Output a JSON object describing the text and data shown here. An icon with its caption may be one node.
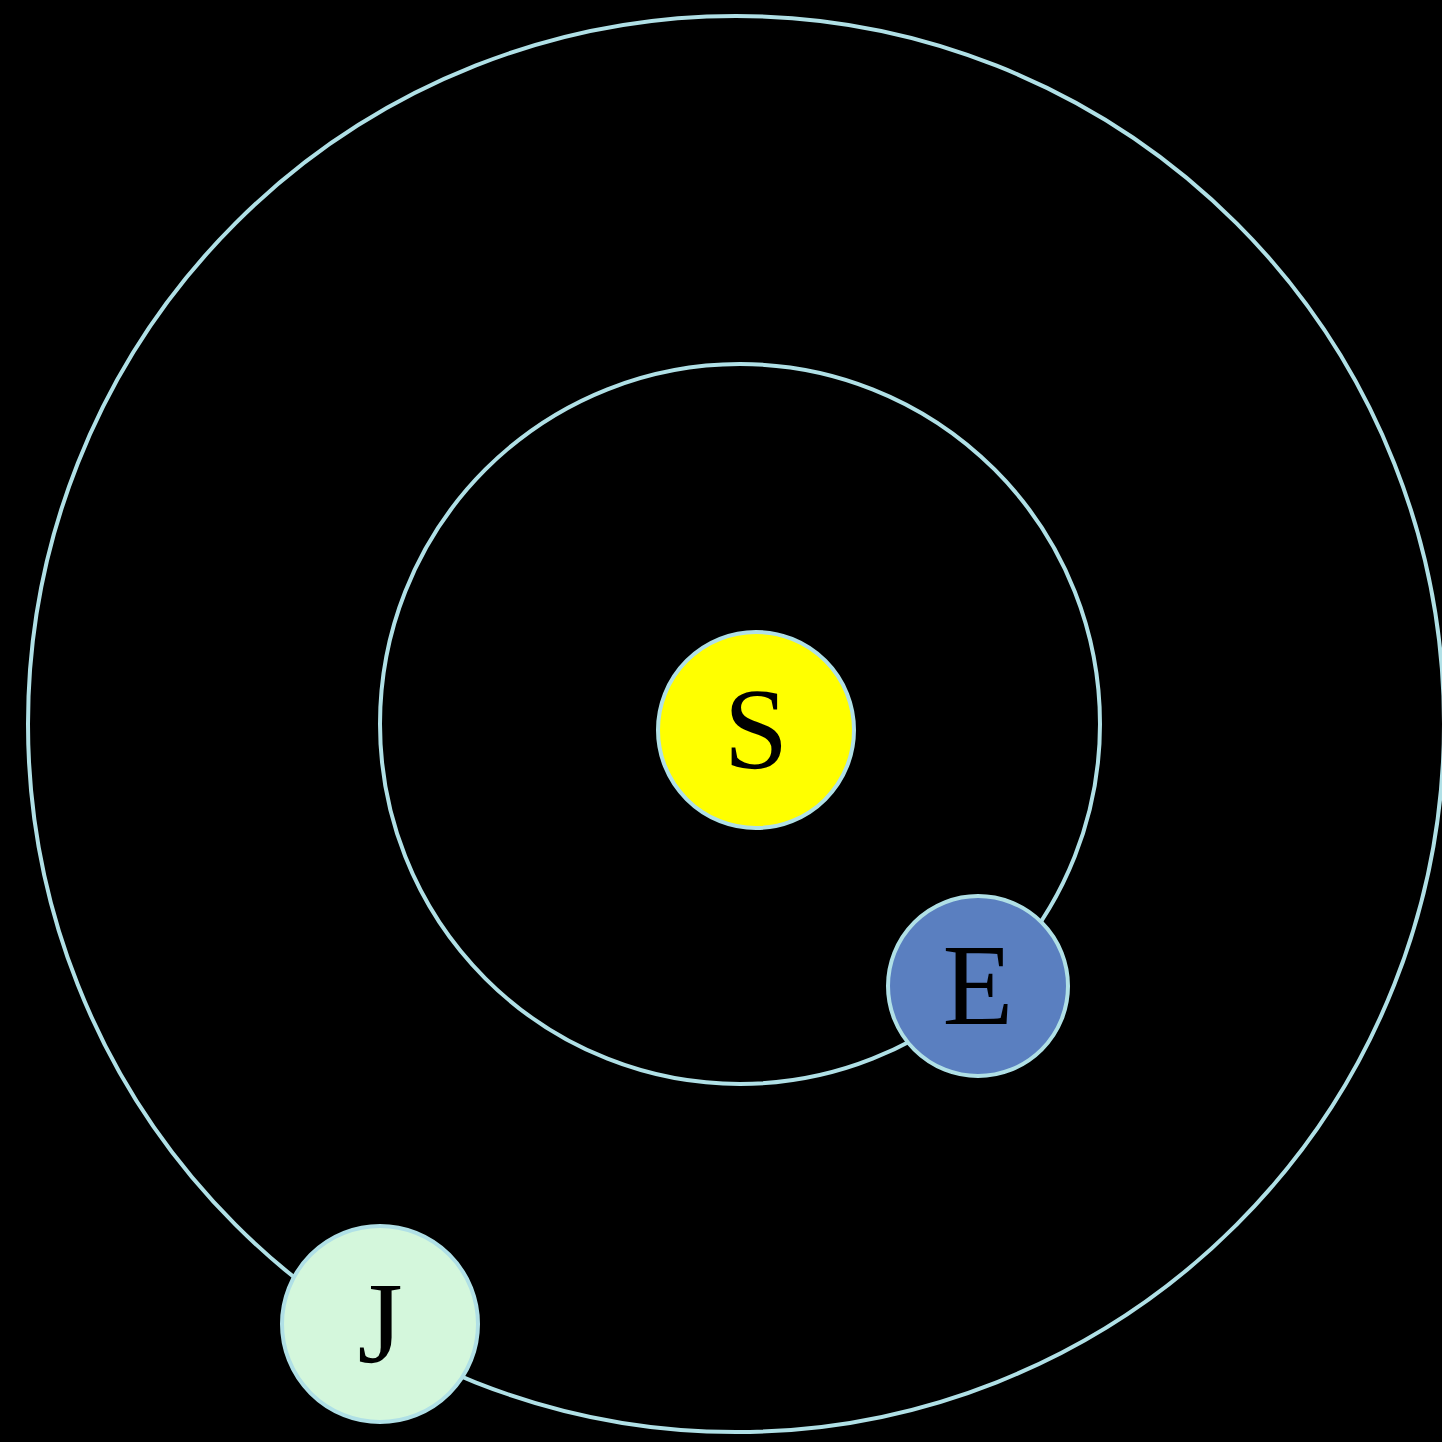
{
  "diagram": {
    "nodes": [
      {
        "text": [
          "S"
        ]
      },
      {
        "text": [
          "E"
        ]
      },
      {
        "text": [
          "J"
        ]
      }
    ]
  }
}
